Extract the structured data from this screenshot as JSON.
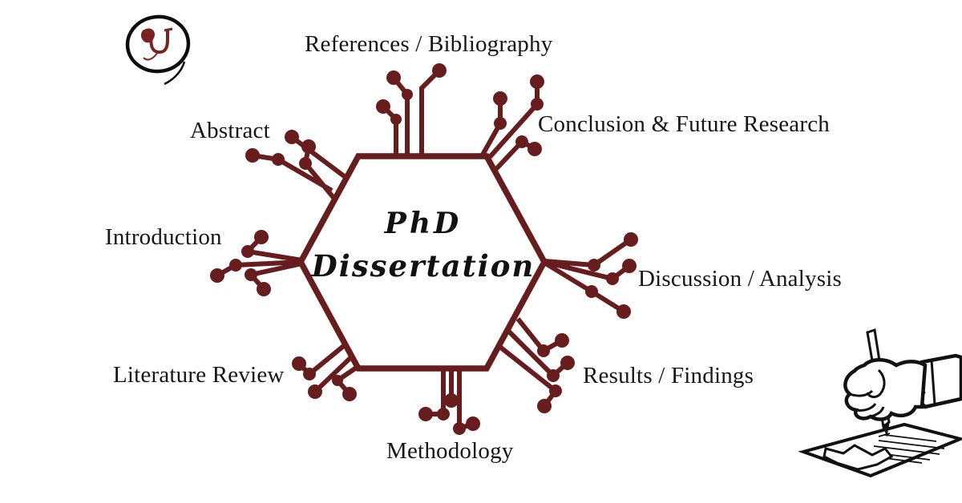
{
  "colors": {
    "accent_maroon": "#671d1d",
    "logo_maroon": "#7b2323",
    "ink_black": "#111111",
    "text": "#161616",
    "background": "#ffffff"
  },
  "center": {
    "line1": "PhD",
    "line2": "Dissertation"
  },
  "nodes": [
    {
      "id": "references",
      "label": "References / Bibliography"
    },
    {
      "id": "conclusion",
      "label": "Conclusion & Future Research"
    },
    {
      "id": "discussion",
      "label": "Discussion / Analysis"
    },
    {
      "id": "results",
      "label": "Results / Findings"
    },
    {
      "id": "methodology",
      "label": "Methodology"
    },
    {
      "id": "literature_review",
      "label": "Literature Review"
    },
    {
      "id": "introduction",
      "label": "Introduction"
    },
    {
      "id": "abstract",
      "label": "Abstract"
    }
  ],
  "icons": {
    "logo": "brush-circle-fox-logo",
    "hand_writing": "hand-writing-with-pen-on-paper"
  }
}
